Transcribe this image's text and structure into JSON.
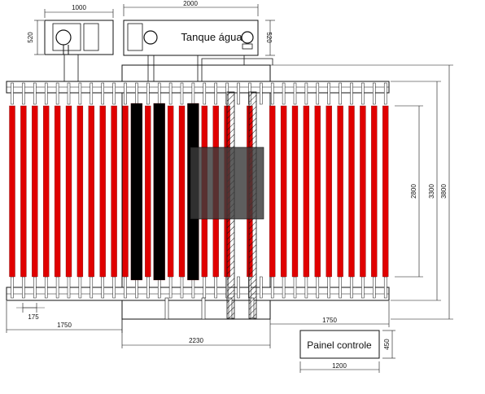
{
  "labels": {
    "tank": "Tanque água",
    "panel": "Painel controle"
  },
  "dimensions": {
    "tank_small_width": "1000",
    "tank_small_height": "520",
    "tank_large_width": "2000",
    "tank_large_height": "520",
    "bar_pitch": "175",
    "left_offset": "1750",
    "right_offset": "1750",
    "center_width": "2230",
    "height_inner": "2800",
    "height_mid": "3300",
    "height_total": "3800",
    "panel_width": "1200",
    "panel_height": "450"
  },
  "colors": {
    "bar_red": "#e00000",
    "bar_black": "#000000",
    "line": "#111111",
    "overlay": "#3a3a3a"
  }
}
